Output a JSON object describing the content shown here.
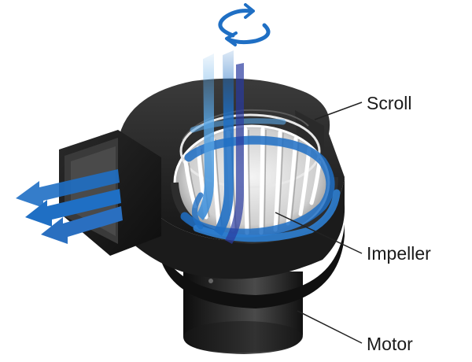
{
  "labels": {
    "scroll": "Scroll",
    "impeller": "Impeller",
    "motor": "Motor"
  },
  "colors": {
    "airflow_blue": "#1f6fc4",
    "airflow_light": "#5aa7e6",
    "housing_dark": "#1c1c1c",
    "housing_mid": "#3a3a3a",
    "leader_line": "#222222",
    "text": "#1a1a1a"
  },
  "icons": [
    "rotation-arrows-icon",
    "airflow-arrow-icon"
  ]
}
